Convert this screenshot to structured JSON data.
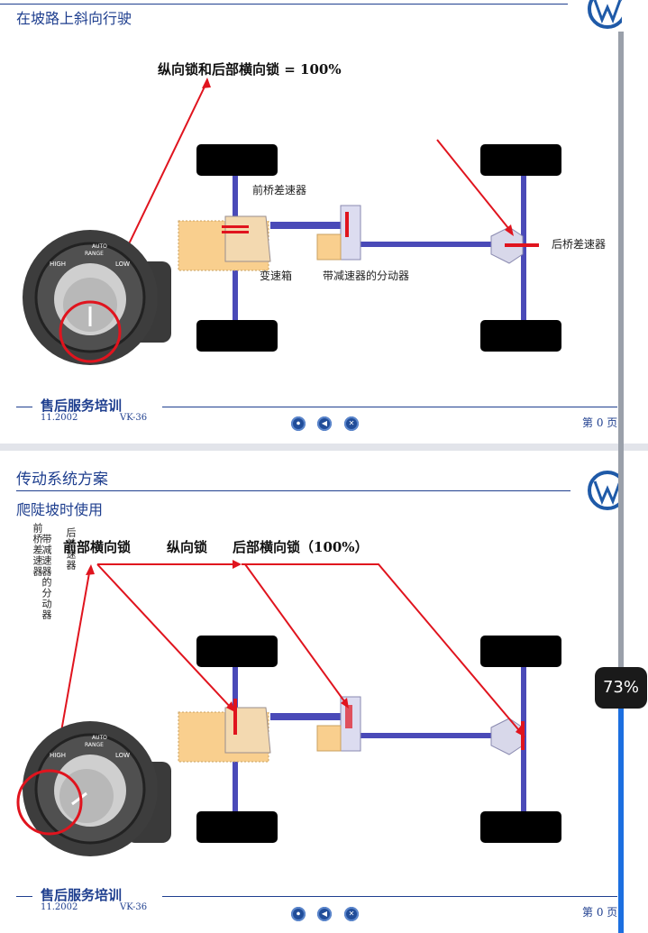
{
  "slide1": {
    "subtitle": "在坡路上斜向行驶",
    "headline": "纵向锁和后部横向锁 = 100%",
    "labels": {
      "front_diff": "前桥差速器",
      "rear_diff": "后桥差速器",
      "gearbox": "变速箱",
      "transfer": "带减速器的分动器"
    },
    "knob": {
      "auto": "AUTO",
      "range": "RANGE",
      "high": "HIGH",
      "low": "LOW"
    },
    "footer": {
      "title": "售后服务培训",
      "date": "11.2002",
      "code": "VK-36",
      "page": "第 0 页"
    }
  },
  "slide2": {
    "title": "传动系统方案",
    "subtitle": "爬陡坡时使用",
    "callouts": {
      "front_lock": "前部横向锁",
      "long_lock": "纵向锁",
      "rear_lock": "后部横向锁（100%）"
    },
    "vertical_labels": {
      "front_diff": "前桥差速器",
      "transfer": "带减速器的分动器",
      "rear_diff": "后差速器"
    },
    "knob": {
      "auto": "AUTO",
      "range": "RANGE",
      "high": "HIGH",
      "low": "LOW"
    },
    "footer": {
      "title": "售后服务培训",
      "date": "11.2002",
      "code": "VK-36",
      "page": "第 0 页"
    }
  },
  "scroll": {
    "percent": "73%"
  },
  "colors": {
    "accent": "#1f3f8f",
    "arrow": "#e0141e",
    "shaft": "#4a4ab8",
    "gearbox": "#f9cf8e"
  }
}
